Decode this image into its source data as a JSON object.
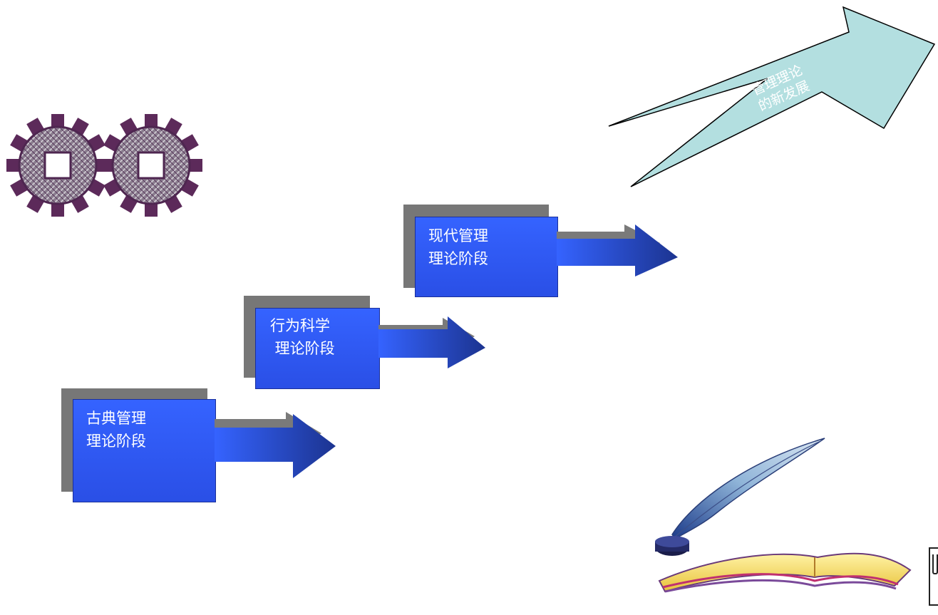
{
  "stages": [
    {
      "lines": [
        "古典管理",
        "理论阶段"
      ]
    },
    {
      "lines": [
        "行为科学",
        " 理论阶段"
      ]
    },
    {
      "lines": [
        "现代管理",
        "理论阶段"
      ]
    }
  ],
  "future": {
    "lines": [
      "管理理论",
      "的新发展"
    ]
  },
  "icons": {
    "gears": "gears-icon",
    "quill": "quill-and-book-icon"
  },
  "colors": {
    "stage_box": "#3563ff",
    "stage_shadow": "#777777",
    "step_arrow": "#1f3a9e",
    "big_arrow_fill": "#b3dfe0"
  }
}
